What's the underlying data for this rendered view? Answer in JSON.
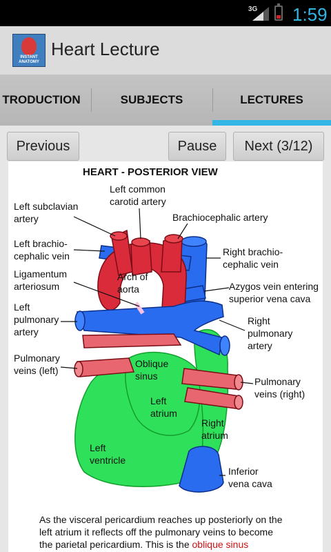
{
  "status_bar": {
    "network": "3G",
    "time": "1:59"
  },
  "app": {
    "title": "Heart Lecture",
    "icon_text_1": "INSTANT",
    "icon_text_2": "ANATOMY"
  },
  "tabs": [
    {
      "label": "TRODUCTION"
    },
    {
      "label": "SUBJECTS"
    },
    {
      "label": "LECTURES"
    }
  ],
  "controls": {
    "previous": "Previous",
    "pause": "Pause",
    "next": "Next (3/12)"
  },
  "diagram": {
    "title": "HEART - POSTERIOR VIEW",
    "labels": {
      "left_common_carotid_1": "Left common",
      "left_common_carotid_2": "carotid artery",
      "left_subclavian_1": "Left subclavian",
      "left_subclavian_2": "artery",
      "brachiocephalic_artery": "Brachiocephalic artery",
      "left_brachio_1": "Left brachio-",
      "left_brachio_2": "cephalic vein",
      "right_brachio_1": "Right brachio-",
      "right_brachio_2": "cephalic vein",
      "ligamentum_1": "Ligamentum",
      "ligamentum_2": "arteriosum",
      "arch_1": "Arch of",
      "arch_2": "aorta",
      "azygos_1": "Azygos vein entering",
      "azygos_2": "superior vena cava",
      "left_pulm_artery_1": "Left",
      "left_pulm_artery_2": "pulmonary",
      "left_pulm_artery_3": "artery",
      "right_pulm_artery_1": "Right",
      "right_pulm_artery_2": "pulmonary",
      "right_pulm_artery_3": "artery",
      "pulm_veins_left_1": "Pulmonary",
      "pulm_veins_left_2": "veins (left)",
      "oblique_sinus_1": "Oblique",
      "oblique_sinus_2": "sinus",
      "pulm_veins_right_1": "Pulmonary",
      "pulm_veins_right_2": "veins (right)",
      "left_atrium_1": "Left",
      "left_atrium_2": "atrium",
      "right_atrium_1": "Right",
      "right_atrium_2": "atrium",
      "left_ventricle_1": "Left",
      "left_ventricle_2": "ventricle",
      "ivc_1": "Inferior",
      "ivc_2": "vena cava"
    }
  },
  "lecture_text": {
    "line1": "As the visceral pericardium reaches up posteriorly on the",
    "line2": "left atrium it reflects off the pulmonary veins to become",
    "line3": "the parietal pericardium. This is the ",
    "highlight": "oblique sinus"
  },
  "colors": {
    "accent": "#33b5e5",
    "artery": "#d92b3a",
    "vein": "#2a6cf0",
    "heart": "#2fe05a",
    "highlight": "#d01010"
  }
}
